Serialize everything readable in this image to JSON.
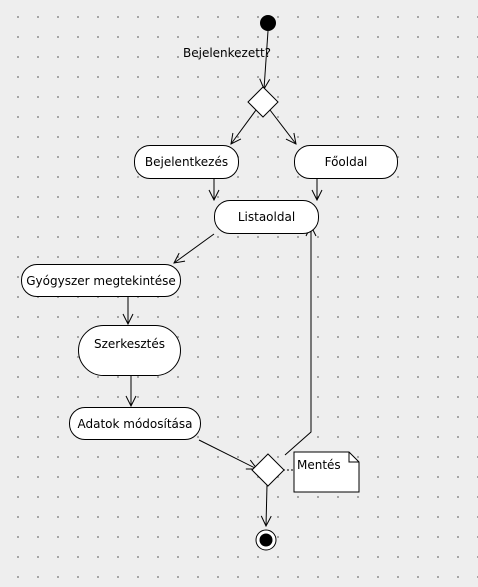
{
  "diagram": {
    "condition_label": "Bejelenkezett?",
    "nodes": {
      "login": "Bejelentkezés",
      "home": "Főoldal",
      "list": "Listaoldal",
      "view": "Gyógyszer megtekintése",
      "edit": "Szerkesztés",
      "modify": "Adatok módosítása"
    },
    "note": "Mentés"
  }
}
